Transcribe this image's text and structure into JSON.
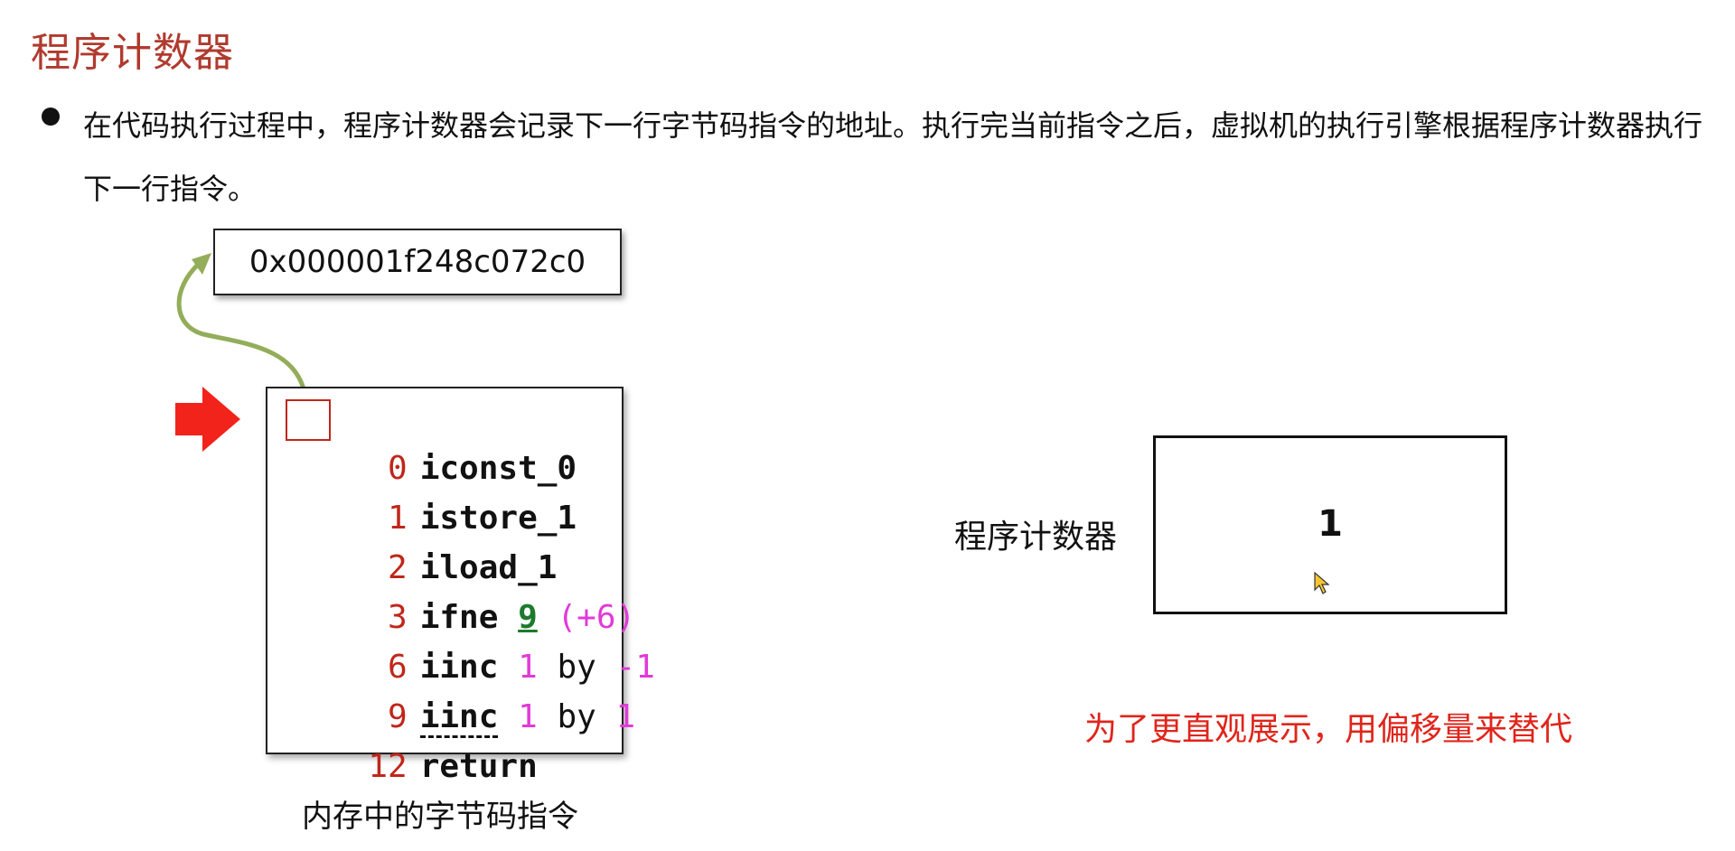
{
  "slide": {
    "title": "程序计数器",
    "bullet": "在代码执行过程中，程序计数器会记录下一行字节码指令的地址。执行完当前指令之后，虚拟机的执行引擎根据程序计数器执行下一行指令。"
  },
  "diagram": {
    "address": "0x000001f248c072c0",
    "code_caption": "内存中的字节码指令",
    "instructions": [
      {
        "offset": "0",
        "op": "iconst_0"
      },
      {
        "offset": "1",
        "op": "istore_1"
      },
      {
        "offset": "2",
        "op": "iload_1"
      },
      {
        "offset": "3",
        "op": "ifne",
        "target": "9",
        "delta": "(+6)"
      },
      {
        "offset": "6",
        "op": "iinc",
        "arg1": "1",
        "by": "by",
        "arg2": "-1"
      },
      {
        "offset": "9",
        "op": "iinc",
        "arg1": "1",
        "by": "by",
        "arg2": "1"
      },
      {
        "offset": "12",
        "op": "return"
      }
    ],
    "pc_label": "程序计数器",
    "pc_value": "1",
    "note": "为了更直观展示，用偏移量来替代"
  },
  "colors": {
    "title": "#b03a2e",
    "offset_number": "#c0261b",
    "operand_magenta": "#e23ad8",
    "jump_target_green": "#1c7a2c",
    "pointer_arrow": "#f2231a",
    "curved_arrow": "#93ad5a",
    "note_text": "#e0251b"
  },
  "icons": {
    "pointer": "red-block-arrow-right",
    "link": "curved-arrow-up",
    "cursor": "mouse-pointer-icon"
  }
}
